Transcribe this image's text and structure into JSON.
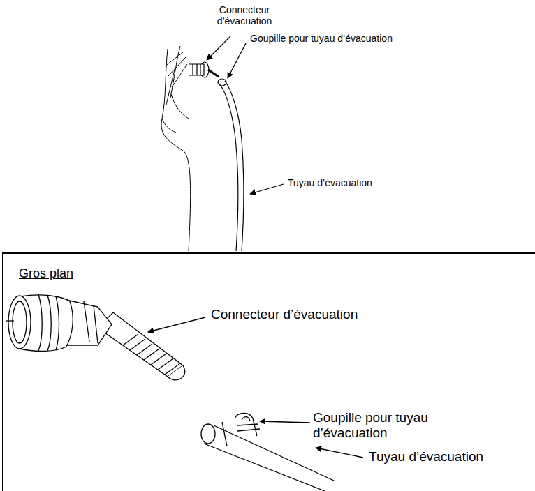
{
  "diagram": {
    "nodes": [
      {
        "text": [
          "Gros plan"
        ]
      }
    ],
    "labels": [
      "Connecteur d’évacuation",
      "Goupille pour tuyau d’évacuation",
      "Tuyau d’évacuation",
      "Connecteur d’évacuation",
      "Goupille pour tuyau d’évacuation",
      "Tuyau d’évacuation"
    ]
  }
}
